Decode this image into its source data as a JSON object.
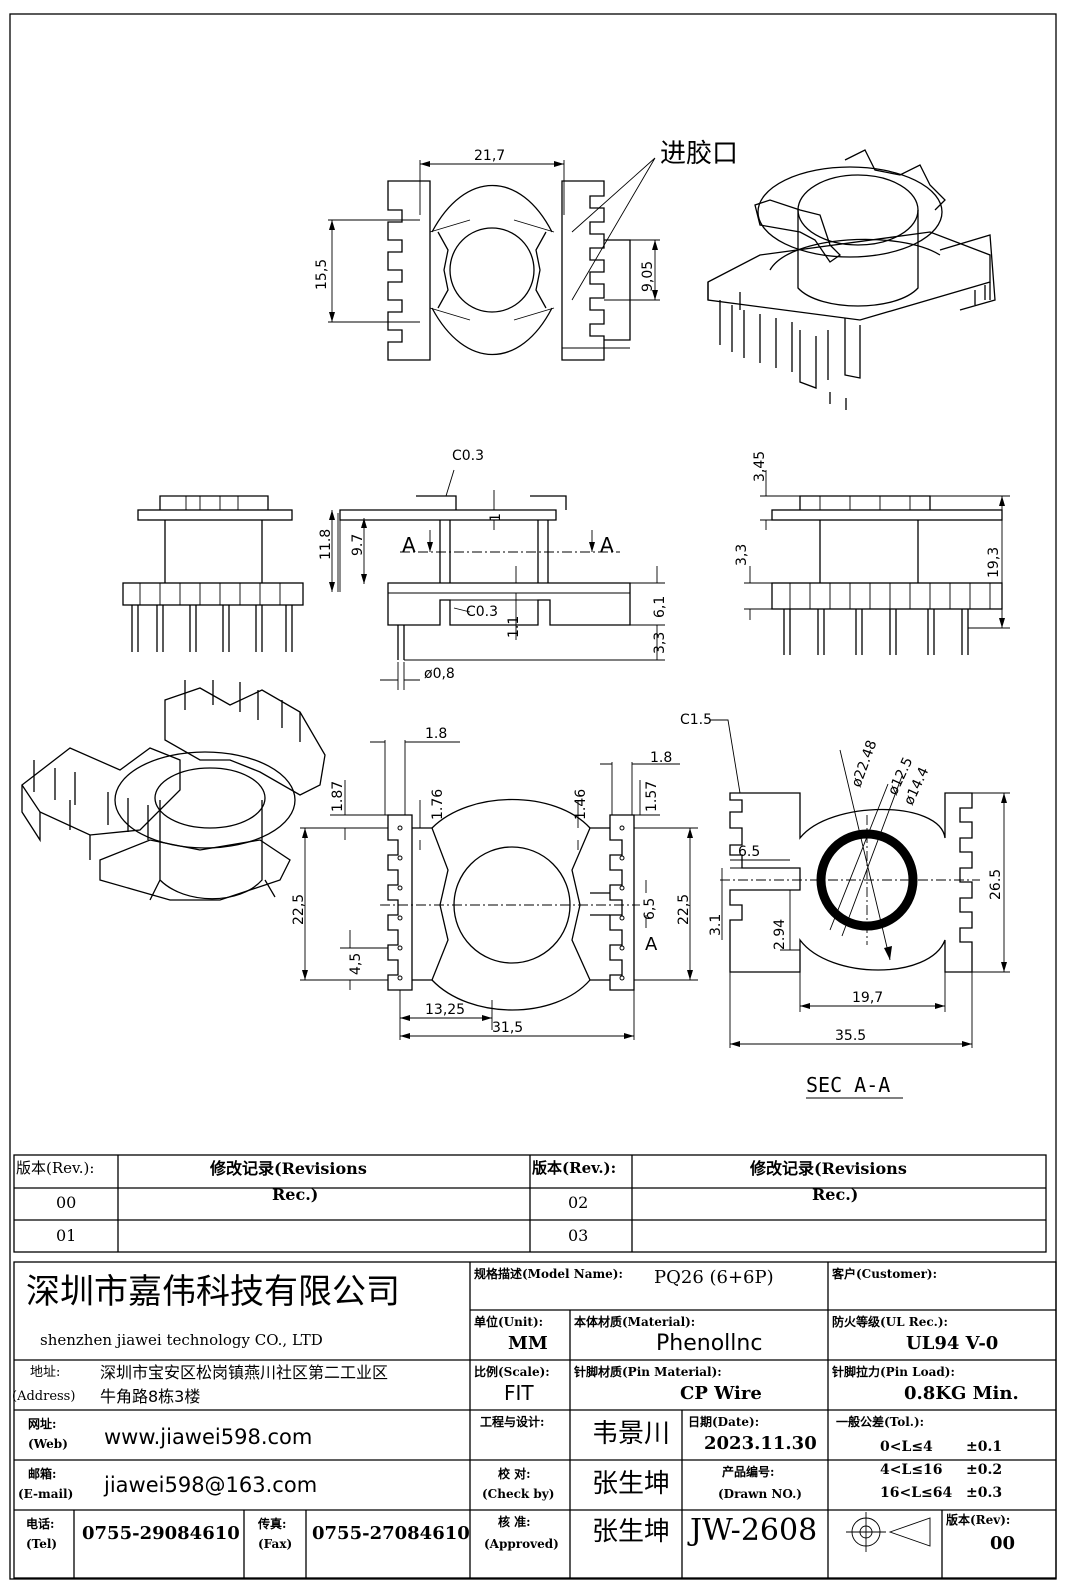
{
  "drawing": {
    "gate_label": "进胶口",
    "section_label": "SEC A-A",
    "dims_top": [
      "21,7",
      "15,5",
      "9,05"
    ],
    "dims_middle": [
      "C0.3",
      "C0.3",
      "11.8",
      "9.7",
      "1",
      "1.1",
      "3,3",
      "6,1",
      "ø0,8",
      "3,45",
      "3,3",
      "19,3"
    ],
    "dims_bottom": [
      "1.8",
      "1.87",
      "1.76",
      "22,5",
      "4,5",
      "13,25",
      "31,5",
      "1.8",
      "1.46",
      "1.57",
      "6,5",
      "22,5",
      "A"
    ],
    "dims_section": [
      "C1.5",
      "ø22.48",
      "ø12.5",
      "ø14.4",
      "6.5",
      "3.1",
      "2.94",
      "26.5",
      "19,7",
      "35.5"
    ],
    "section_marks": [
      "A",
      "A"
    ]
  },
  "revisions": {
    "col_rev": "版本(Rev.):",
    "col_rec_a": "修改记录(Revisions",
    "col_rec_b": "Rec.)",
    "rows": [
      {
        "left_rev": "00",
        "left_rec": "",
        "right_rev": "02",
        "right_rec": ""
      },
      {
        "left_rev": "01",
        "left_rec": "",
        "right_rev": "03",
        "right_rec": ""
      }
    ]
  },
  "title_block": {
    "company_cn": "深圳市嘉伟科技有限公司",
    "company_en": "shenzhen  jiawei  technology  CO., LTD",
    "address_label_cn": "地址:",
    "address_label_en": "(Address)",
    "address_line1": "深圳市宝安区松岗镇燕川社区第二工业区",
    "address_line2": "牛角路8栋3楼",
    "web_label_cn": "网址:",
    "web_label_en": "(Web)",
    "web": "www.jiawei598.com",
    "email_label_cn": "邮箱:",
    "email_label_en": "(E-mail)",
    "email": "jiawei598@163.com",
    "tel_label_cn": "电话:",
    "tel_label_en": "(Tel)",
    "tel": "0755-29084610",
    "fax_label_cn": "传真:",
    "fax_label_en": "(Fax)",
    "fax": "0755-27084610",
    "model_label": "规格描述(Model Name):",
    "model": "PQ26 (6+6P)",
    "customer_label": "客户(Customer):",
    "customer": "",
    "unit_label": "单位(Unit):",
    "unit": "MM",
    "material_label": "本体材质(Material):",
    "material": "Phenollnc",
    "ul_label": "防火等级(UL Rec.):",
    "ul": "UL94 V-0",
    "scale_label": "比例(Scale):",
    "scale": "FIT",
    "pin_material_label": "针脚材质(Pin Material):",
    "pin_material": "CP Wire",
    "pin_load_label": "针脚拉力(Pin Load):",
    "pin_load": "0.8KG Min.",
    "engineer_label": "工程与设计:",
    "engineer": "韦景川",
    "date_label": "日期(Date):",
    "date": "2023.11.30",
    "tol_label": "一般公差(Tol.):",
    "tol_rows": [
      {
        "range": "0<L≤4",
        "value": "±0.1"
      },
      {
        "range": "4<L≤16",
        "value": "±0.2"
      },
      {
        "range": "16<L≤64",
        "value": "±0.3"
      }
    ],
    "check_label_cn": "校  对:",
    "check_label_en": "(Check by)",
    "checker": "张生坤",
    "drawn_label_cn": "产品编号:",
    "drawn_label_en": "(Drawn NO.)",
    "approve_label_cn": "核  准:",
    "approve_label_en": "(Approved)",
    "approver": "张生坤",
    "drawing_no": "JW-2608",
    "rev_label": "版本(Rev):",
    "rev": "00"
  }
}
